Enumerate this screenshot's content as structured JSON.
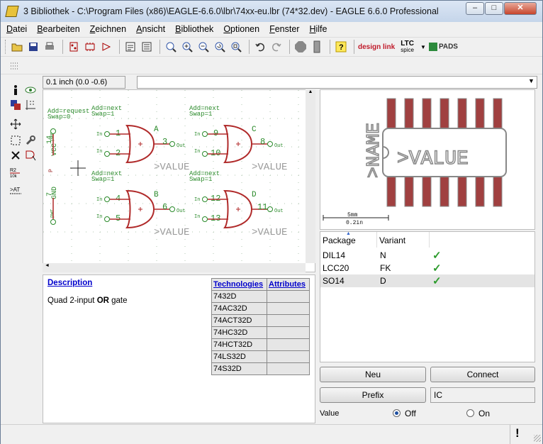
{
  "window": {
    "title": "3 Bibliothek - C:\\Program Files (x86)\\EAGLE-6.6.0\\lbr\\74xx-eu.lbr (74*32.dev) - EAGLE 6.6.0 Professional"
  },
  "window_controls": {
    "minimize": "–",
    "maximize": "□",
    "close": "✕"
  },
  "menu": {
    "items": [
      {
        "u": "D",
        "rest": "atei"
      },
      {
        "u": "B",
        "rest": "earbeiten"
      },
      {
        "u": "Z",
        "rest": "eichnen"
      },
      {
        "u": "A",
        "rest": "nsicht"
      },
      {
        "u": "B",
        "rest": "ibliothek"
      },
      {
        "u": "O",
        "rest": "ptionen"
      },
      {
        "u": "F",
        "rest": "enster"
      },
      {
        "u": "H",
        "rest": "ilfe"
      }
    ]
  },
  "toolbar": {
    "logos": {
      "designlink": "design link",
      "ltc": "LTC",
      "ltc_sub": "spice",
      "pads": "PADS"
    }
  },
  "coord": {
    "value": "0.1 inch (0.0 -0.6)"
  },
  "command": {
    "value": ""
  },
  "schematic": {
    "gates": [
      {
        "name": "A",
        "addlabel": "Add=next",
        "swaplabel": "Swap=1",
        "pin1": "1",
        "pin2": "2",
        "pout": "3",
        "inlabel": "In",
        "outlabel": "Out",
        "value": ">VALUE"
      },
      {
        "name": "B",
        "addlabel": "Add=next",
        "swaplabel": "Swap=1",
        "pin1": "4",
        "pin2": "5",
        "pout": "6",
        "inlabel": "In",
        "outlabel": "Out",
        "value": ">VALUE"
      },
      {
        "name": "C",
        "addlabel": "Add=next",
        "swaplabel": "Swap=1",
        "pin1": "9",
        "pin2": "10",
        "pout": "8",
        "inlabel": "In",
        "outlabel": "Out",
        "value": ">VALUE"
      },
      {
        "name": "D",
        "addlabel": "Add=next",
        "swaplabel": "Swap=1",
        "pin1": "12",
        "pin2": "13",
        "pout": "11",
        "inlabel": "In",
        "outlabel": "Out",
        "value": ">VALUE"
      }
    ],
    "power": {
      "addlabel": "Add=request",
      "swaplabel": "Swap=0",
      "vcc": "VCC",
      "gnd": "GND",
      "pin14": "14",
      "pin7": "7",
      "pwr": "pwr",
      "p": "P"
    }
  },
  "package": {
    "name": ">NAME",
    "value": ">VALUE",
    "scale_top": "5mm",
    "scale_bottom": "0.2in"
  },
  "packages": {
    "headers": [
      "Package",
      "Variant"
    ],
    "rows": [
      {
        "package": "DIL14",
        "variant": "N",
        "check": "✓"
      },
      {
        "package": "LCC20",
        "variant": "FK",
        "check": "✓"
      },
      {
        "package": "SO14",
        "variant": "D",
        "check": "✓"
      }
    ]
  },
  "description": {
    "title": "Description",
    "text_before": "Quad 2-input ",
    "text_bold": "OR",
    "text_after": " gate"
  },
  "technologies": {
    "headers": [
      "Technologies",
      "Attributes"
    ],
    "rows": [
      "7432D",
      "74AC32D",
      "74ACT32D",
      "74HC32D",
      "74HCT32D",
      "74LS32D",
      "74S32D"
    ]
  },
  "buttons": {
    "neu": "Neu",
    "connect": "Connect",
    "prefix": "Prefix"
  },
  "prefix": {
    "value": "IC"
  },
  "value_option": {
    "label": "Value",
    "off": "Off",
    "on": "On",
    "selected": "Off"
  },
  "status": {
    "icon": "!"
  }
}
